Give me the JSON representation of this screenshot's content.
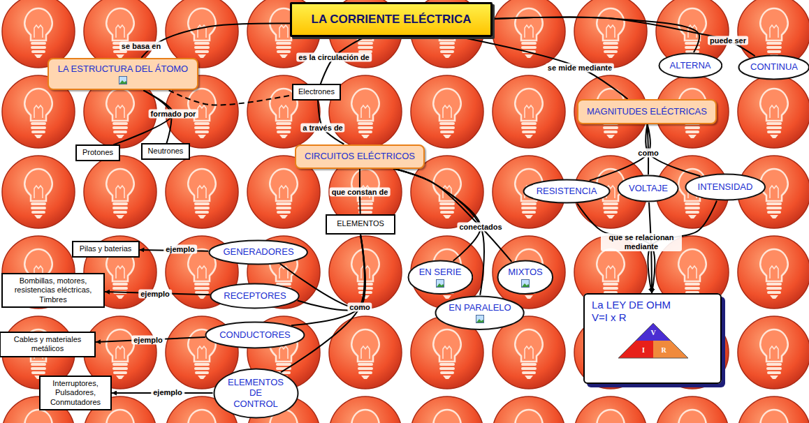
{
  "diagram": {
    "nodes": [
      {
        "text": [
          "LA CORRIENTE ELÉCTRICA"
        ]
      },
      {
        "text": [
          "LA ESTRUCTURA DEL ÁTOMO"
        ]
      },
      {
        "text": [
          "Electrones"
        ]
      },
      {
        "text": [
          "ALTERNA"
        ]
      },
      {
        "text": [
          "CONTINUA"
        ]
      },
      {
        "text": [
          "MAGNITUDES ELÉCTRICAS"
        ]
      },
      {
        "text": [
          "Protones"
        ]
      },
      {
        "text": [
          "Neutrones"
        ]
      },
      {
        "text": [
          "CIRCUITOS ELÉCTRICOS"
        ]
      },
      {
        "text": [
          "RESISTENCIA"
        ]
      },
      {
        "text": [
          "VOLTAJE"
        ]
      },
      {
        "text": [
          "INTENSIDAD"
        ]
      },
      {
        "text": [
          "ELEMENTOS"
        ]
      },
      {
        "text": [
          "Pilas y baterias"
        ]
      },
      {
        "text": [
          "GENERADORES"
        ]
      },
      {
        "text": [
          "EN SERIE"
        ]
      },
      {
        "text": [
          "MIXTOS"
        ]
      },
      {
        "text": [
          "Bombillas, motores, resistencias eléctricas, Timbres"
        ]
      },
      {
        "text": [
          "RECEPTORES"
        ]
      },
      {
        "text": [
          "La LEY DE OHM",
          "V=I x R"
        ]
      },
      {
        "text": [
          "EN PARALELO"
        ]
      },
      {
        "text": [
          "CONDUCTORES"
        ]
      },
      {
        "text": [
          "Cables y materiales metálicos"
        ]
      },
      {
        "text": [
          "ELEMENTOS DE CONTROL"
        ]
      },
      {
        "text": [
          "Interruptores, Pulsadores, Conmutadores"
        ]
      }
    ],
    "edges": [
      {
        "from": 0,
        "to": 1,
        "label": "se basa en",
        "arrow": "none"
      },
      {
        "from": 0,
        "to": 2,
        "label": "es la circulación de",
        "arrow": "none"
      },
      {
        "from": 2,
        "to": 8,
        "label": "a través de",
        "arrow": "none"
      },
      {
        "from": 0,
        "to": 3,
        "arrow": "none"
      },
      {
        "from": 0,
        "to": 4,
        "label": "puede ser",
        "arrow": "none"
      },
      {
        "from": 0,
        "to": 5,
        "label": "se mide mediante",
        "arrow": "none"
      },
      {
        "from": 1,
        "to": 6,
        "label": "formado por",
        "arrow": "none"
      },
      {
        "from": 1,
        "to": 7,
        "arrow": "none"
      },
      {
        "from": 1,
        "to": 2,
        "arrow": "none"
      },
      {
        "from": 5,
        "to": 9,
        "label": "como",
        "arrow": "none"
      },
      {
        "from": 5,
        "to": 10,
        "arrow": "none"
      },
      {
        "from": 5,
        "to": 11,
        "arrow": "none"
      },
      {
        "from": 9,
        "to": 19,
        "label": "que se relacionan mediante",
        "arrow": "to"
      },
      {
        "from": 10,
        "to": 19,
        "arrow": "to"
      },
      {
        "from": 11,
        "to": 19,
        "arrow": "to"
      },
      {
        "from": 8,
        "to": 12,
        "label": "que constan de",
        "arrow": "none"
      },
      {
        "from": 8,
        "to": 15,
        "label": "conectados",
        "arrow": "none"
      },
      {
        "from": 8,
        "to": 20,
        "arrow": "none"
      },
      {
        "from": 8,
        "to": 16,
        "arrow": "none"
      },
      {
        "from": 12,
        "to": 14,
        "label": "como",
        "arrow": "none"
      },
      {
        "from": 12,
        "to": 18,
        "arrow": "none"
      },
      {
        "from": 12,
        "to": 21,
        "arrow": "none"
      },
      {
        "from": 12,
        "to": 23,
        "arrow": "none"
      },
      {
        "from": 14,
        "to": 13,
        "label": "ejemplo",
        "arrow": "to"
      },
      {
        "from": 18,
        "to": 17,
        "label": "ejemplo",
        "arrow": "to"
      },
      {
        "from": 21,
        "to": 22,
        "label": "ejemplo",
        "arrow": "to"
      },
      {
        "from": 23,
        "to": 24,
        "label": "ejemplo",
        "arrow": "to"
      }
    ],
    "labels": [
      "V",
      "I",
      "R"
    ]
  }
}
